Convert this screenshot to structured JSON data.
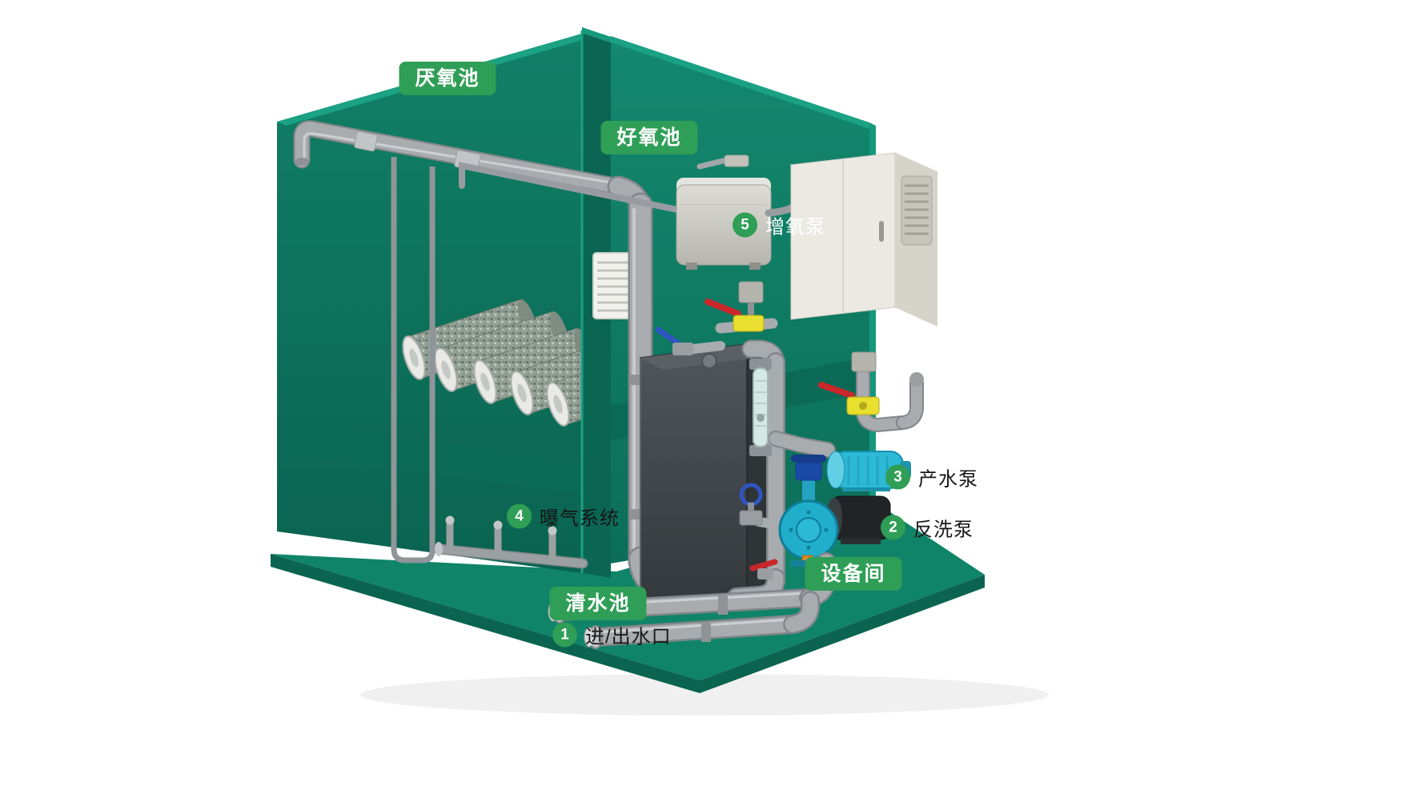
{
  "labels": {
    "anaerobic_tank": "厌氧池",
    "aerobic_tank": "好氧池",
    "equipment_room": "设备间",
    "clean_water_tank": "清水池"
  },
  "callouts": {
    "inlet_outlet": {
      "num": "1",
      "text": "进/出水口"
    },
    "backwash_pump": {
      "num": "2",
      "text": "反洗泵"
    },
    "product_water_pump": {
      "num": "3",
      "text": "产水泵"
    },
    "aeration_system": {
      "num": "4",
      "text": "曝气系统"
    },
    "oxygen_pump": {
      "num": "5",
      "text": "增氧泵"
    }
  },
  "colors": {
    "label_green": "#2f9e56",
    "wall_teal": "#0e7c64",
    "floor_green": "#0f8468",
    "pipe_gray": "#a8acaf",
    "cabinet_gray": "#ebe9e2",
    "pump_cyan": "#2cb9d6",
    "pump_black": "#202325",
    "valve_yellow": "#e8df2e",
    "handle_red": "#c9272b",
    "handle_blue": "#2f55c0"
  }
}
